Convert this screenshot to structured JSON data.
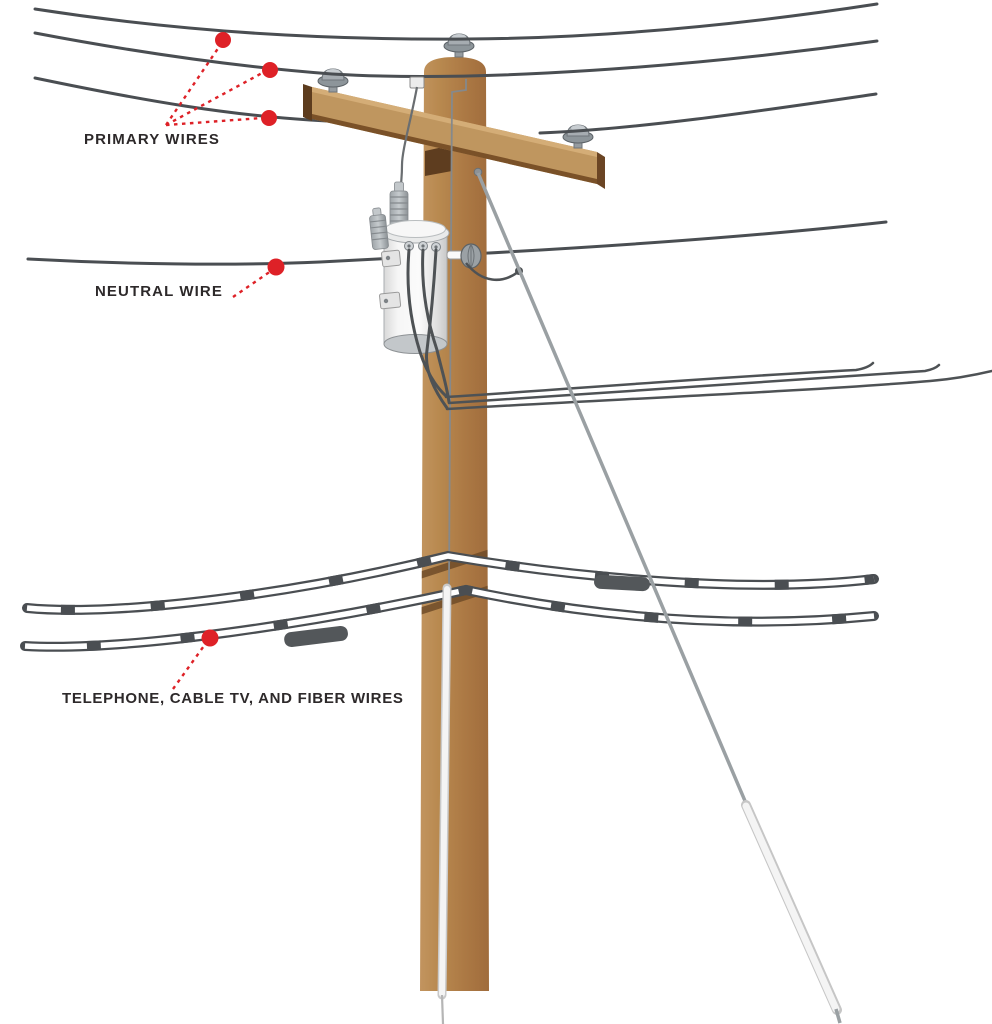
{
  "annotations": {
    "primary": {
      "label": "PRIMARY WIRES"
    },
    "neutral": {
      "label": "NEUTRAL WIRE"
    },
    "telephone": {
      "label": "TELEPHONE, CABLE TV, AND FIBER WIRES"
    }
  },
  "colors": {
    "annotation_red": "#de2127",
    "label_text": "#2d292a",
    "background": "#ffffff",
    "pole_brown": "#b07c49",
    "crossarm_tan": "#bf965f",
    "wire_dark": "#4a4e52",
    "guy_wire_gray": "#9aa0a3",
    "transformer_gray": "#f2f2f2"
  }
}
